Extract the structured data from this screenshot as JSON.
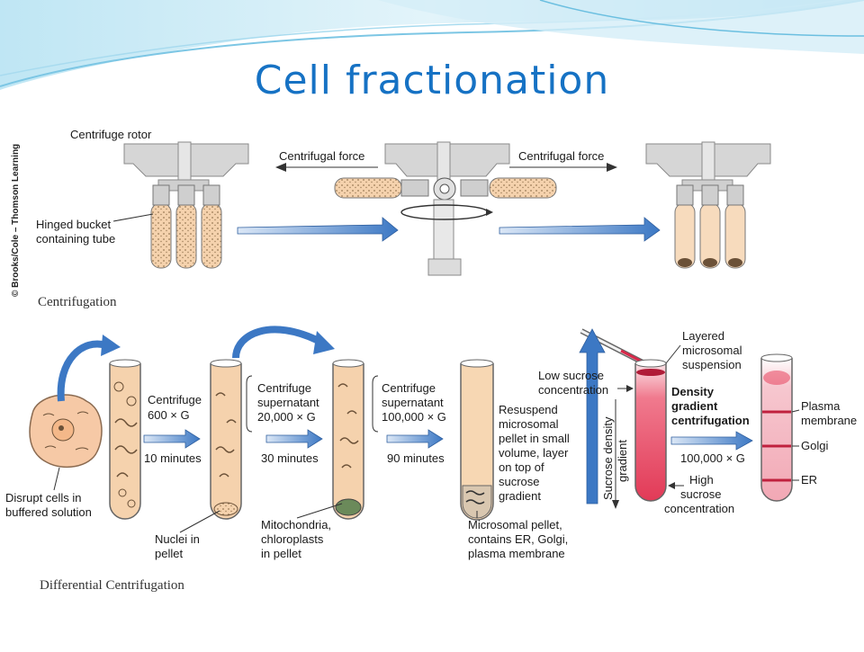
{
  "slide": {
    "title": "Cell fractionation",
    "copyright": "© Brooks/Cole – Thomson Learning",
    "colors": {
      "title": "#1672c4",
      "arrow": "#4a82c8",
      "tube_fill": "#f5d2ad",
      "gradient_red": "#e8415c",
      "rotor": "#d6d6d6"
    }
  },
  "centrifugation": {
    "caption": "Centrifugation",
    "rotor_label": "Centrifuge rotor",
    "bucket_label_line1": "Hinged bucket",
    "bucket_label_line2": "containing tube",
    "force_left": "Centrifugal force",
    "force_right": "Centrifugal force"
  },
  "differential": {
    "caption": "Differential Centrifugation",
    "disrupt_line1": "Disrupt cells in",
    "disrupt_line2": "buffered solution",
    "step1": {
      "line1": "Centrifuge",
      "line2": "600 × G",
      "time": "10 minutes"
    },
    "step2": {
      "line1": "Centrifuge",
      "line2": "supernatant",
      "line3": "20,000 × G",
      "time": "30 minutes"
    },
    "step3": {
      "line1": "Centrifuge",
      "line2": "supernatant",
      "line3": "100,000 × G",
      "time": "90 minutes"
    },
    "nuclei_line1": "Nuclei in",
    "nuclei_line2": "pellet",
    "mito_line1": "Mitochondria,",
    "mito_line2": "chloroplasts",
    "mito_line3": "in pellet",
    "resuspend_lines": [
      "Resuspend",
      "microsomal",
      "pellet in small",
      "volume, layer",
      "on top of",
      "sucrose",
      "gradient"
    ],
    "micro_pellet_lines": [
      "Microsomal pellet,",
      "contains ER, Golgi,",
      "plasma membrane"
    ]
  },
  "density": {
    "layered_lines": [
      "Layered",
      "microsomal",
      "suspension"
    ],
    "low_lines": [
      "Low sucrose",
      "concentration"
    ],
    "axis_line1": "Sucrose density",
    "axis_line2": "gradient",
    "title_lines": [
      "Density",
      "gradient",
      "centrifugation"
    ],
    "speed": "100,000 × G",
    "high_lines": [
      "High",
      "sucrose",
      "concentration"
    ],
    "band_plasma_line1": "Plasma",
    "band_plasma_line2": "membrane",
    "band_golgi": "Golgi",
    "band_er": "ER"
  }
}
